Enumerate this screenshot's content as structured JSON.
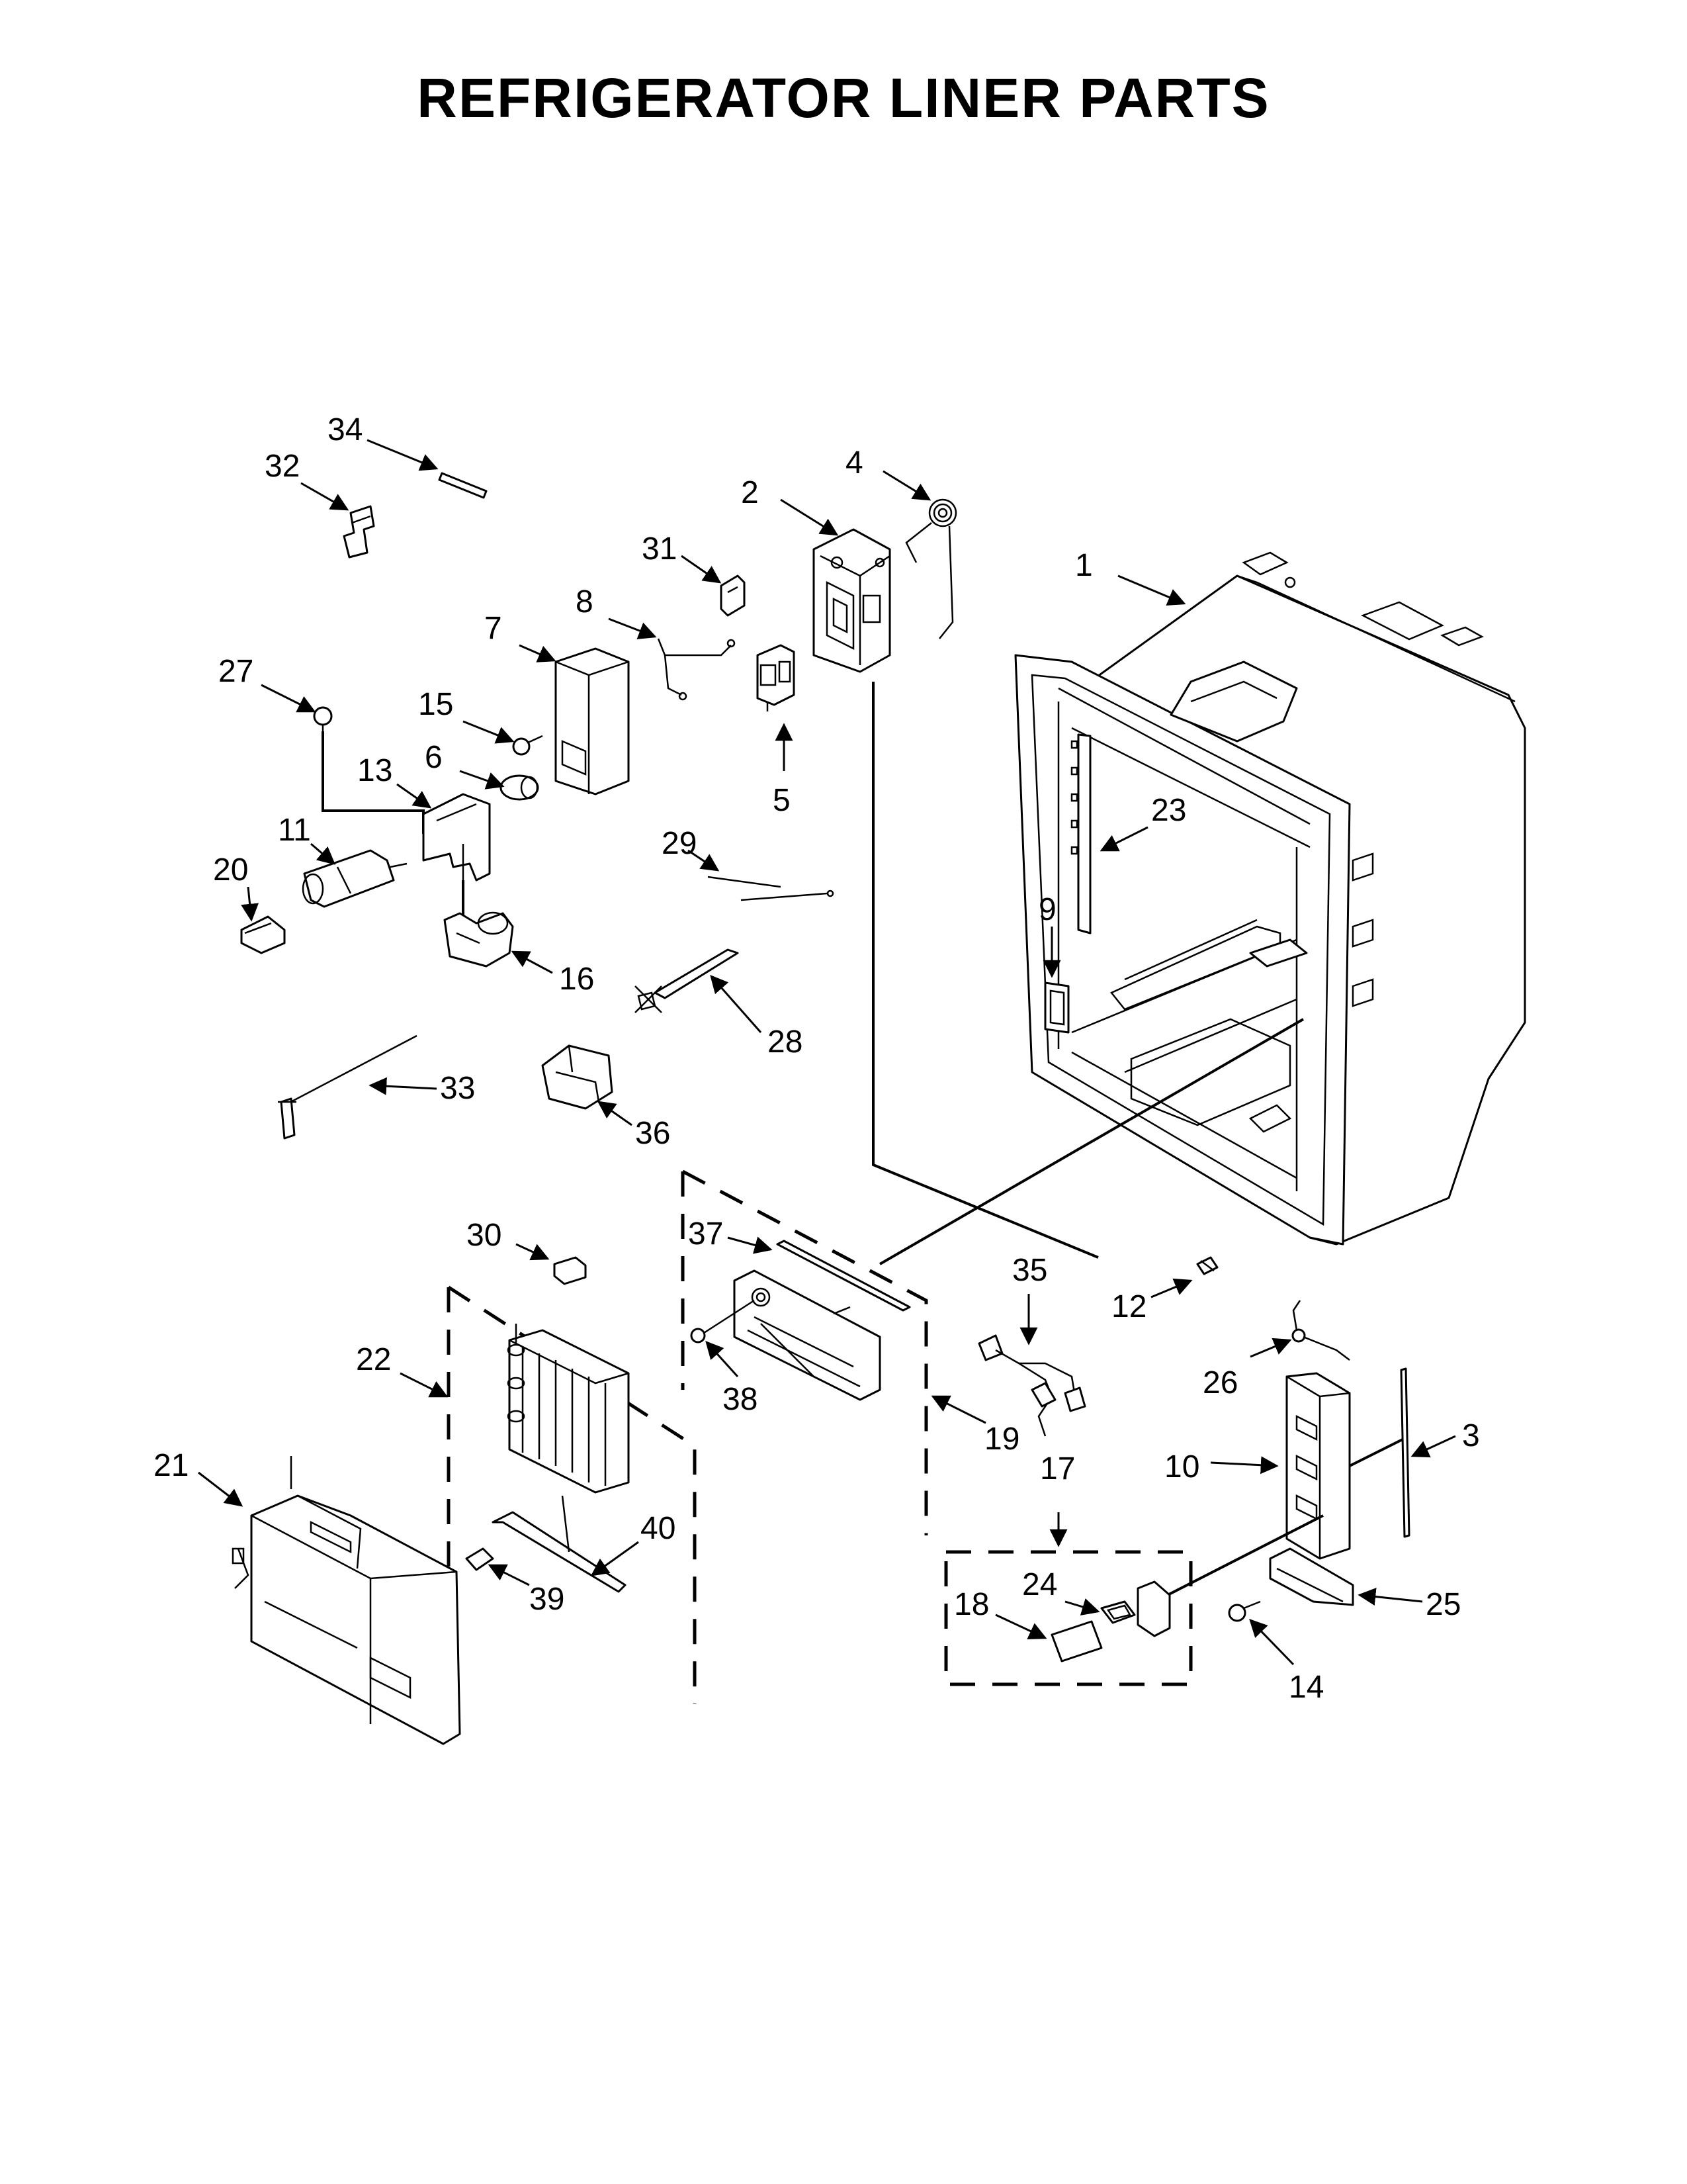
{
  "title": "REFRIGERATOR LINER PARTS",
  "callouts": [
    {
      "id": "c1",
      "label": "1"
    },
    {
      "id": "c2",
      "label": "2"
    },
    {
      "id": "c3",
      "label": "3"
    },
    {
      "id": "c4",
      "label": "4"
    },
    {
      "id": "c5",
      "label": "5"
    },
    {
      "id": "c6",
      "label": "6"
    },
    {
      "id": "c7",
      "label": "7"
    },
    {
      "id": "c8",
      "label": "8"
    },
    {
      "id": "c9",
      "label": "9"
    },
    {
      "id": "c10",
      "label": "10"
    },
    {
      "id": "c11",
      "label": "11"
    },
    {
      "id": "c12",
      "label": "12"
    },
    {
      "id": "c13",
      "label": "13"
    },
    {
      "id": "c14",
      "label": "14"
    },
    {
      "id": "c15",
      "label": "15"
    },
    {
      "id": "c16",
      "label": "16"
    },
    {
      "id": "c17",
      "label": "17"
    },
    {
      "id": "c18",
      "label": "18"
    },
    {
      "id": "c19",
      "label": "19"
    },
    {
      "id": "c20",
      "label": "20"
    },
    {
      "id": "c21",
      "label": "21"
    },
    {
      "id": "c22",
      "label": "22"
    },
    {
      "id": "c23",
      "label": "23"
    },
    {
      "id": "c24",
      "label": "24"
    },
    {
      "id": "c25",
      "label": "25"
    },
    {
      "id": "c26",
      "label": "26"
    },
    {
      "id": "c27",
      "label": "27"
    },
    {
      "id": "c28",
      "label": "28"
    },
    {
      "id": "c29",
      "label": "29"
    },
    {
      "id": "c30",
      "label": "30"
    },
    {
      "id": "c31",
      "label": "31"
    },
    {
      "id": "c32",
      "label": "32"
    },
    {
      "id": "c33",
      "label": "33"
    },
    {
      "id": "c34",
      "label": "34"
    },
    {
      "id": "c35",
      "label": "35"
    },
    {
      "id": "c36",
      "label": "36"
    },
    {
      "id": "c37",
      "label": "37"
    },
    {
      "id": "c38",
      "label": "38"
    },
    {
      "id": "c39",
      "label": "39"
    },
    {
      "id": "c40",
      "label": "40"
    }
  ]
}
